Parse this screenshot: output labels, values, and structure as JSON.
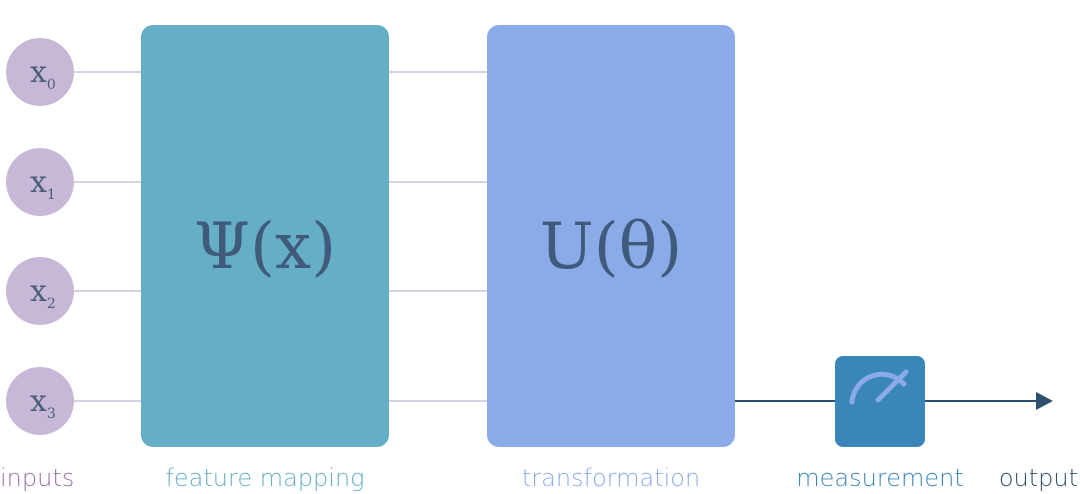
{
  "inputs": [
    {
      "base": "x",
      "sub": "0"
    },
    {
      "base": "x",
      "sub": "1"
    },
    {
      "base": "x",
      "sub": "2"
    },
    {
      "base": "x",
      "sub": "3"
    }
  ],
  "blocks": {
    "feature_mapping": {
      "symbol": "Ψ(x)"
    },
    "transformation": {
      "symbol": "U(θ)"
    }
  },
  "labels": {
    "inputs": "inputs",
    "feature_mapping": "feature mapping",
    "transformation": "transformation",
    "measurement": "measurement",
    "output": "output"
  },
  "icons": {
    "measurement": "meter-icon",
    "output": "arrow-right-icon"
  },
  "colors": {
    "input_node": "#c8b8d8",
    "input_text": "#4a5d7a",
    "feature_block": "#65afc6",
    "transformation_block": "#8aabe8",
    "block_text": "#3f5a7a",
    "measurement_block": "#3a86b8",
    "meter_arc": "#8aabe8",
    "wire": "#c8c3dc",
    "output_line": "#2d4f6e",
    "label_inputs": "#9b6fa6",
    "label_feature": "#65afc6",
    "label_transformation": "#8aabe8",
    "label_measurement": "#3a86b8",
    "label_output": "#2d4f6e"
  }
}
